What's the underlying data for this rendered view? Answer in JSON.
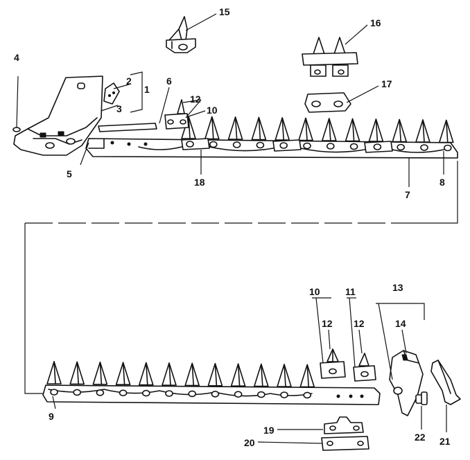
{
  "callouts": [
    "1",
    "2",
    "3",
    "4",
    "5",
    "6",
    "7",
    "8",
    "9",
    "10",
    "11",
    "12",
    "13",
    "14",
    "15",
    "16",
    "17",
    "18",
    "19",
    "20",
    "21",
    "22"
  ],
  "ink_color": "#111111",
  "paper_color": "#ffffff"
}
